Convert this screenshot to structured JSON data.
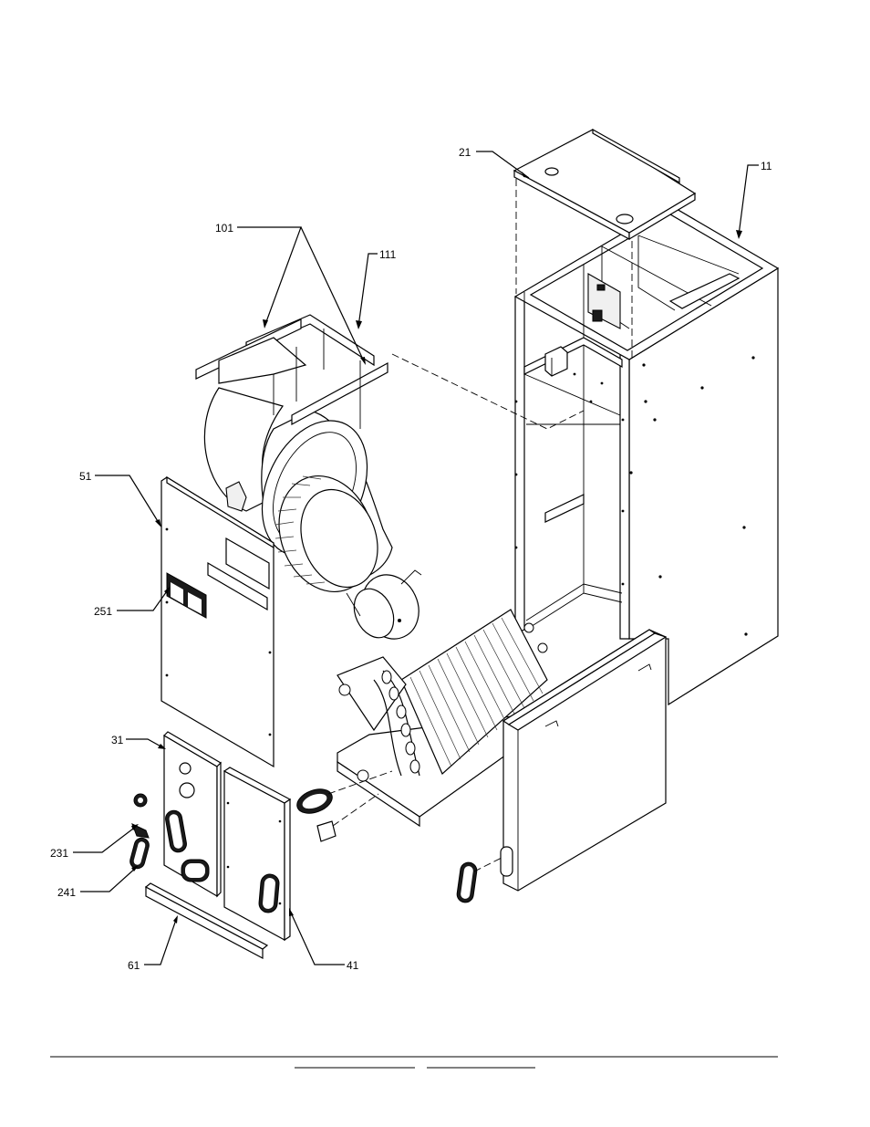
{
  "callouts": [
    {
      "id": "11",
      "text": "11"
    },
    {
      "id": "21",
      "text": "21"
    },
    {
      "id": "101",
      "text": "101"
    },
    {
      "id": "111",
      "text": "111"
    },
    {
      "id": "51",
      "text": "51"
    },
    {
      "id": "251",
      "text": "251"
    },
    {
      "id": "31",
      "text": "31"
    },
    {
      "id": "231",
      "text": "231"
    },
    {
      "id": "241",
      "text": "241"
    },
    {
      "id": "61",
      "text": "61"
    },
    {
      "id": "41",
      "text": "41"
    }
  ]
}
